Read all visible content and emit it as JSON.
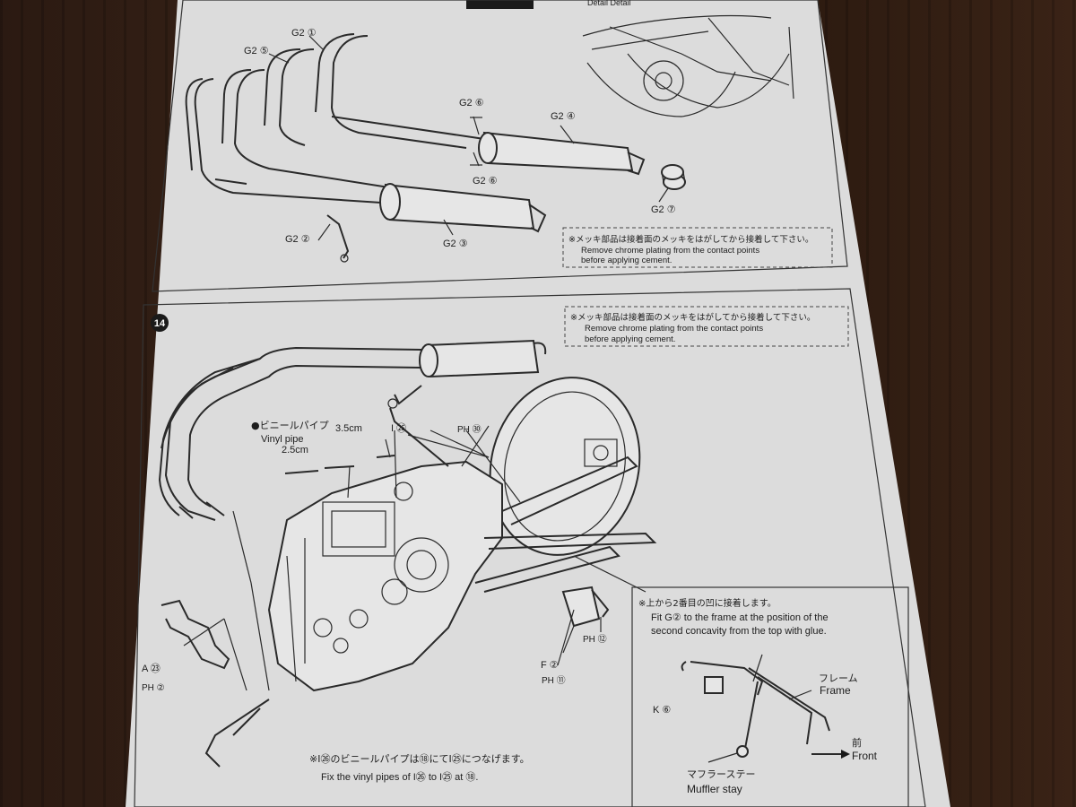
{
  "top_panel": {
    "corner_label": "Detail   Detail",
    "parts": {
      "g2_1": "G2 ①",
      "g2_5": "G2 ⑤",
      "g2_6a": "G2 ⑥",
      "g2_6b": "G2 ⑥",
      "g2_4": "G2 ④",
      "g2_7": "G2 ⑦",
      "g2_2": "G2 ②",
      "g2_3": "G2 ③"
    },
    "note": {
      "jp": "※メッキ部品は接着面のメッキをはがしてから接着して下さい。",
      "en1": "Remove chrome plating from the contact points",
      "en2": "before applying cement."
    }
  },
  "bottom_panel": {
    "step_number": "14",
    "note": {
      "jp": "※メッキ部品は接着面のメッキをはがしてから接着して下さい。",
      "en1": "Remove chrome plating from the contact points",
      "en2": "before applying cement."
    },
    "vinyl": {
      "jp": "●ビニールパイプ",
      "en": "Vinyl pipe",
      "len_a": "3.5cm",
      "len_b": "2.5cm"
    },
    "parts": {
      "i26": "I ㉖",
      "ph30": "PH ㉚",
      "a23": "A ㉓",
      "ph2": "PH ②",
      "f2": "F ②",
      "ph11": "PH ⑪",
      "ph12": "PH ⑫"
    },
    "bottom_text": {
      "jp": "※I㉖のビニールパイプは⑱にてI㉕につなげます。",
      "en": "Fix the vinyl pipes of I㉖ to I㉕ at ⑱."
    },
    "detail": {
      "jp": "※上から2番目の凹に接着します。",
      "en1": "Fit G② to the frame at the position of the",
      "en2": "second concavity from the top with glue.",
      "k6": "K ⑥",
      "frame_jp": "フレーム",
      "frame_en": "Frame",
      "front_jp": "前",
      "front_en": "Front",
      "stay_jp": "マフラーステー",
      "stay_en": "Muffler stay"
    }
  }
}
